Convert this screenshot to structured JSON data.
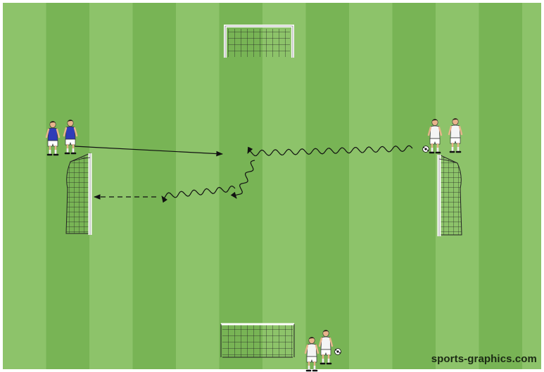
{
  "watermark": {
    "text": "sports-graphics.com"
  },
  "colors": {
    "pitch_light": "#8dc36a",
    "pitch_dark": "#78b455",
    "pitch_border": "#ffffff",
    "team_blue": "#2f3cb8",
    "team_white": "#f4f4f4",
    "skin": "#e8b48c",
    "shorts_blue_team": "#ffffff",
    "goal_frame": "#ffffff",
    "net_line": "#1f1f1f",
    "arrow": "#111111"
  },
  "elements": {
    "goals": [
      "goal-top",
      "goal-bottom",
      "goal-left",
      "goal-right"
    ],
    "player_groups": [
      {
        "team": "blue",
        "count": 2
      },
      {
        "team": "white",
        "count": 2,
        "with_ball": true
      },
      {
        "team": "white",
        "count": 2,
        "with_ball": true
      }
    ],
    "movement_lines": [
      "pass-line",
      "dribble-line",
      "dribble-line",
      "dribble-line",
      "pass-line-dashed"
    ]
  }
}
